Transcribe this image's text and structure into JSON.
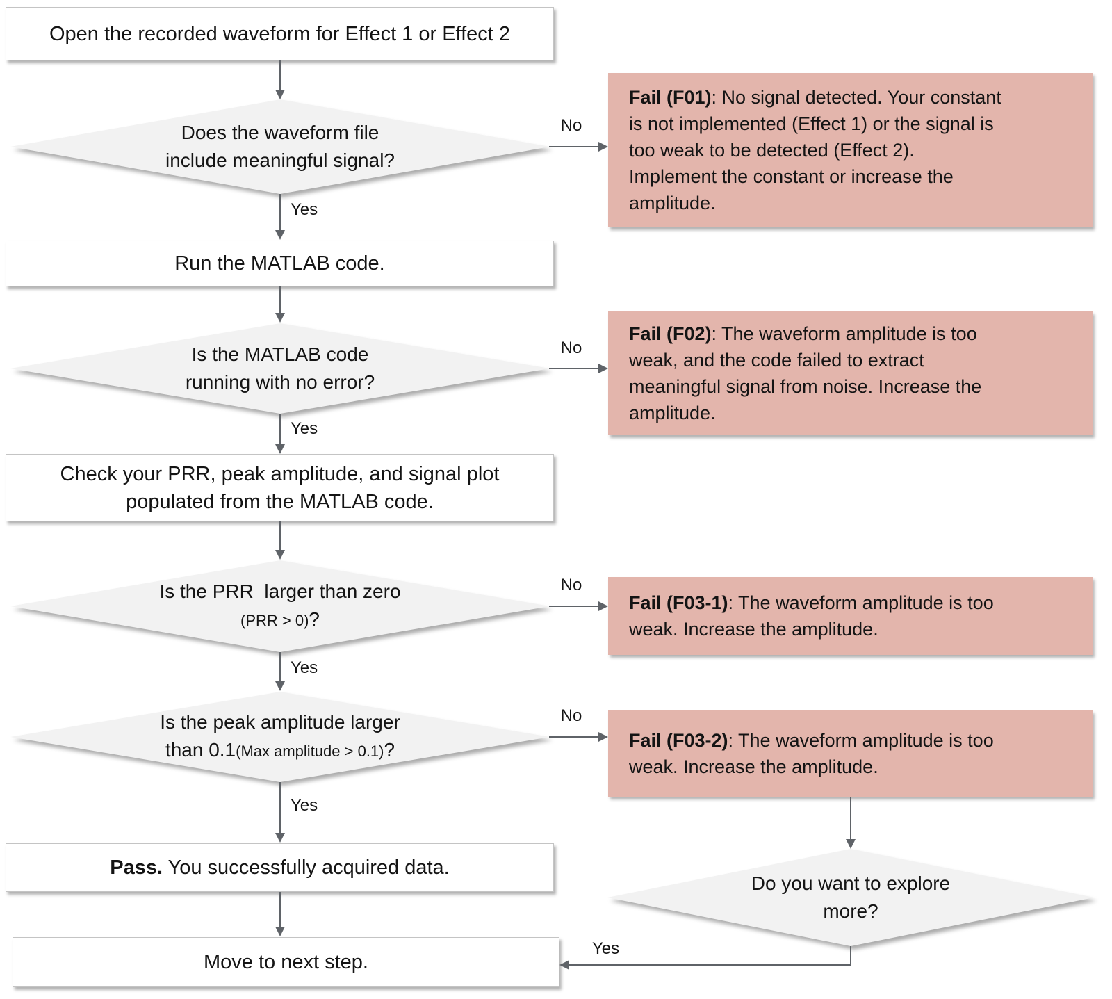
{
  "labels": {
    "yes": "Yes",
    "no": "No"
  },
  "colors": {
    "fail_bg": "#E3B5AC",
    "decision_bg": "#F2F2F2",
    "process_bg": "#FFFFFF",
    "process_border": "#C4C4C4",
    "line": "#5F6368",
    "text": "#141414"
  },
  "nodes": {
    "open": {
      "text": "Open the recorded waveform for Effect 1 or Effect 2"
    },
    "signal_decision": {
      "line1": "Does the waveform file",
      "line2": "include meaningful signal?"
    },
    "f01": {
      "bold": "Fail (F01)",
      "rest": ": No signal detected. Your constant\nis not implemented (Effect 1) or the signal is\ntoo weak to be detected (Effect 2).\nImplement the constant or increase the\namplitude."
    },
    "run": {
      "text": "Run the MATLAB code."
    },
    "error_decision": {
      "line1": "Is the MATLAB code",
      "line2": "running with no error?"
    },
    "f02": {
      "bold": "Fail (F02)",
      "rest": ": The waveform amplitude is too\nweak, and the code failed to extract\nmeaningful signal from noise. Increase the\namplitude."
    },
    "check": {
      "text": "Check your PRR, peak amplitude, and signal plot populated from the MATLAB code."
    },
    "prr_decision": {
      "line1": "Is the PRR  larger than zero",
      "small": "(PRR > 0)",
      "suffix": "?"
    },
    "f03_1": {
      "bold": "Fail (F03-1)",
      "rest": ": The waveform amplitude is too\nweak. Increase the amplitude."
    },
    "peak_decision": {
      "line1": "Is the peak amplitude larger",
      "line2_prefix": "than 0.1",
      "small": "(Max amplitude > 0.1)",
      "suffix": "?"
    },
    "f03_2": {
      "bold": "Fail (F03-2)",
      "rest": ": The waveform amplitude is too\nweak. Increase the amplitude."
    },
    "pass": {
      "bold": "Pass.",
      "rest": " You successfully acquired data."
    },
    "explore_decision": {
      "line1": "Do you want to explore",
      "line2": "more?"
    },
    "next": {
      "text": "Move to next step."
    }
  }
}
